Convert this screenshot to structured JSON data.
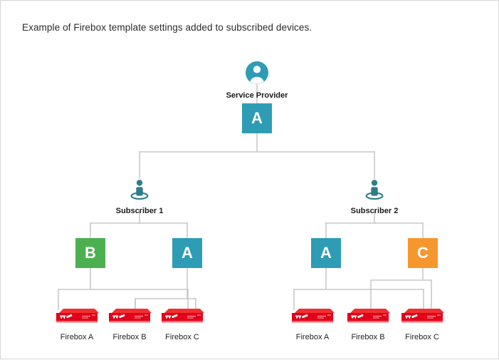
{
  "caption": "Example of Firebox template settings added to subscribed devices.",
  "colors": {
    "teal": "#2e9cb5",
    "green": "#4caf50",
    "orange": "#f6972e",
    "firebox_red": "#e2001a",
    "wire": "#c9c9c9",
    "border": "#d6d6d6",
    "text": "#1f1f1f"
  },
  "diagram": {
    "type": "tree",
    "root": {
      "icon": "service-provider-person-icon",
      "label": "Service Provider",
      "template": {
        "letter": "A",
        "color": "#2e9cb5"
      }
    },
    "subscribers": [
      {
        "id": "subscriber-1",
        "icon": "subscriber-person-icon",
        "label": "Subscriber 1",
        "templates": [
          {
            "letter": "B",
            "color": "#4caf50"
          },
          {
            "letter": "A",
            "color": "#2e9cb5"
          }
        ],
        "devices": [
          {
            "icon": "firebox-appliance-icon",
            "label": "Firebox A"
          },
          {
            "icon": "firebox-appliance-icon",
            "label": "Firebox B"
          },
          {
            "icon": "firebox-appliance-icon",
            "label": "Firebox C"
          }
        ]
      },
      {
        "id": "subscriber-2",
        "icon": "subscriber-person-icon",
        "label": "Subscriber 2",
        "templates": [
          {
            "letter": "A",
            "color": "#2e9cb5"
          },
          {
            "letter": "C",
            "color": "#f6972e"
          }
        ],
        "devices": [
          {
            "icon": "firebox-appliance-icon",
            "label": "Firebox A"
          },
          {
            "icon": "firebox-appliance-icon",
            "label": "Firebox B"
          },
          {
            "icon": "firebox-appliance-icon",
            "label": "Firebox C"
          }
        ]
      }
    ]
  }
}
